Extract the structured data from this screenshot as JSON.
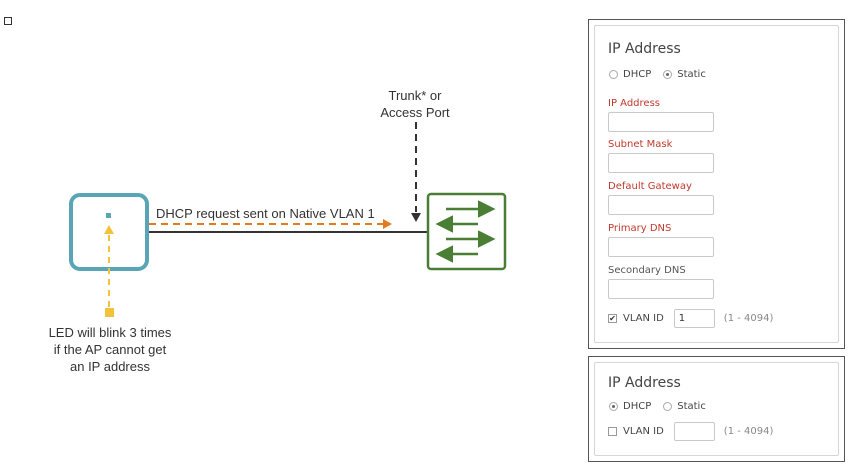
{
  "diagram": {
    "trunk_label_line1": "Trunk* or",
    "trunk_label_line2": "Access Port",
    "dhcp_label": "DHCP request sent on Native VLAN 1",
    "led_line1": "LED will blink 3 times",
    "led_line2": "if the AP cannot get",
    "led_line3": "an IP address",
    "colors": {
      "ap_border": "#5aa5b5",
      "switch_border": "#4a7e34",
      "dhcp_arrow": "#e07b1f",
      "led": "#f3c23c",
      "cable": "#333333"
    }
  },
  "static_panel": {
    "title": "IP Address",
    "mode_dhcp": "DHCP",
    "mode_static": "Static",
    "selected_mode": "static",
    "fields": [
      {
        "label": "IP Address",
        "required": true,
        "value": ""
      },
      {
        "label": "Subnet Mask",
        "required": true,
        "value": ""
      },
      {
        "label": "Default Gateway",
        "required": true,
        "value": ""
      },
      {
        "label": "Primary DNS",
        "required": true,
        "value": ""
      },
      {
        "label": "Secondary DNS",
        "required": false,
        "value": ""
      }
    ],
    "vlan_label": "VLAN ID",
    "vlan_checked": true,
    "vlan_value": "1",
    "vlan_range": "(1 - 4094)"
  },
  "dhcp_panel": {
    "title": "IP Address",
    "mode_dhcp": "DHCP",
    "mode_static": "Static",
    "selected_mode": "dhcp",
    "vlan_label": "VLAN ID",
    "vlan_checked": false,
    "vlan_value": "",
    "vlan_range": "(1 - 4094)"
  }
}
